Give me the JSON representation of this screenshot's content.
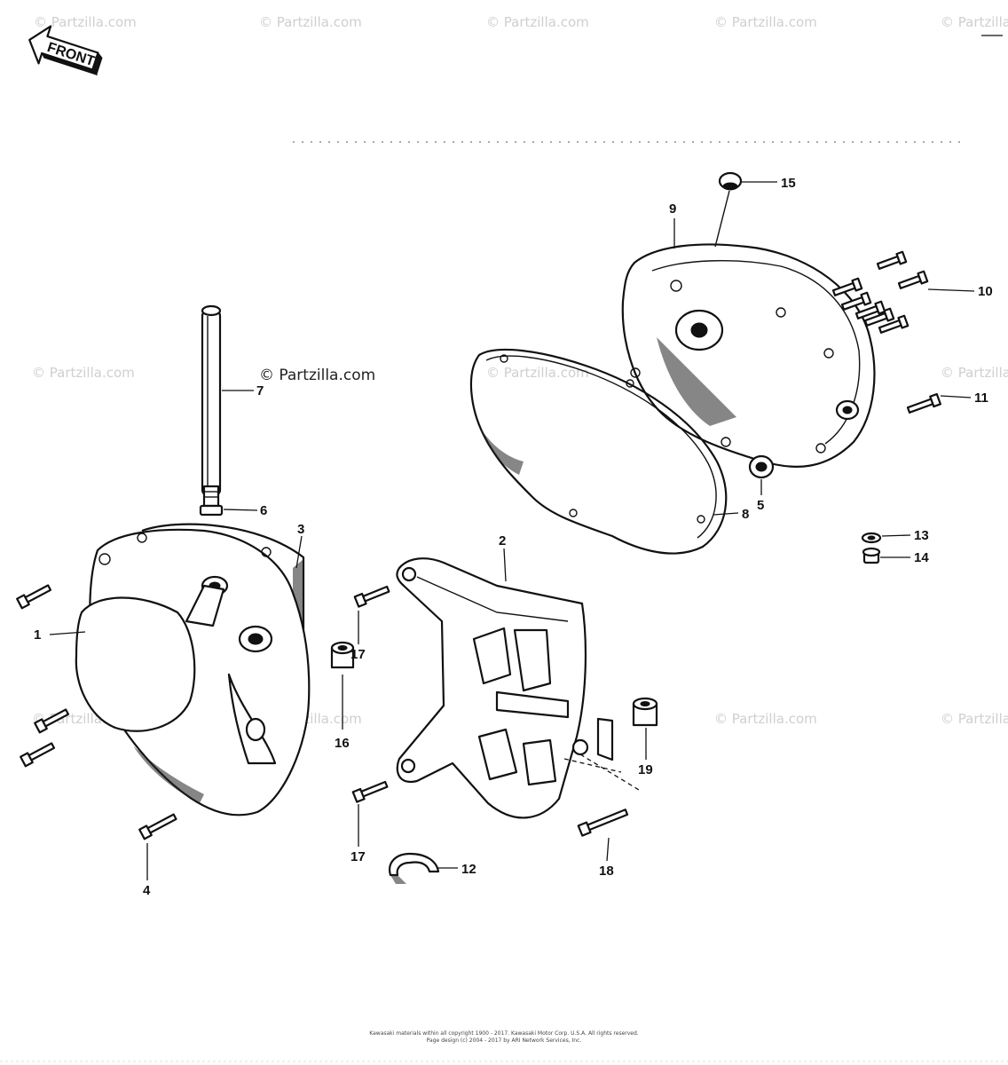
{
  "watermark": "© Partzilla.com",
  "front_label": "FRONT",
  "callouts": [
    {
      "id": "c1",
      "label": "1"
    },
    {
      "id": "c2",
      "label": "2"
    },
    {
      "id": "c3",
      "label": "3"
    },
    {
      "id": "c4",
      "label": "4"
    },
    {
      "id": "c5",
      "label": "5"
    },
    {
      "id": "c6",
      "label": "6"
    },
    {
      "id": "c7",
      "label": "7"
    },
    {
      "id": "c8",
      "label": "8"
    },
    {
      "id": "c9",
      "label": "9"
    },
    {
      "id": "c10",
      "label": "10"
    },
    {
      "id": "c11",
      "label": "11"
    },
    {
      "id": "c12",
      "label": "12"
    },
    {
      "id": "c13",
      "label": "13"
    },
    {
      "id": "c14",
      "label": "14"
    },
    {
      "id": "c15",
      "label": "15"
    },
    {
      "id": "c16",
      "label": "16"
    },
    {
      "id": "c17a",
      "label": "17"
    },
    {
      "id": "c17b",
      "label": "17"
    },
    {
      "id": "c18",
      "label": "18"
    },
    {
      "id": "c19",
      "label": "19"
    }
  ],
  "footer": {
    "line1": "Kawasaki materials within all copyright 1900 - 2017. Kawasaki Motor Corp. U.S.A. All rights reserved.",
    "line2": "Page design (c) 2004 - 2017 by ARI Network Services, Inc."
  }
}
